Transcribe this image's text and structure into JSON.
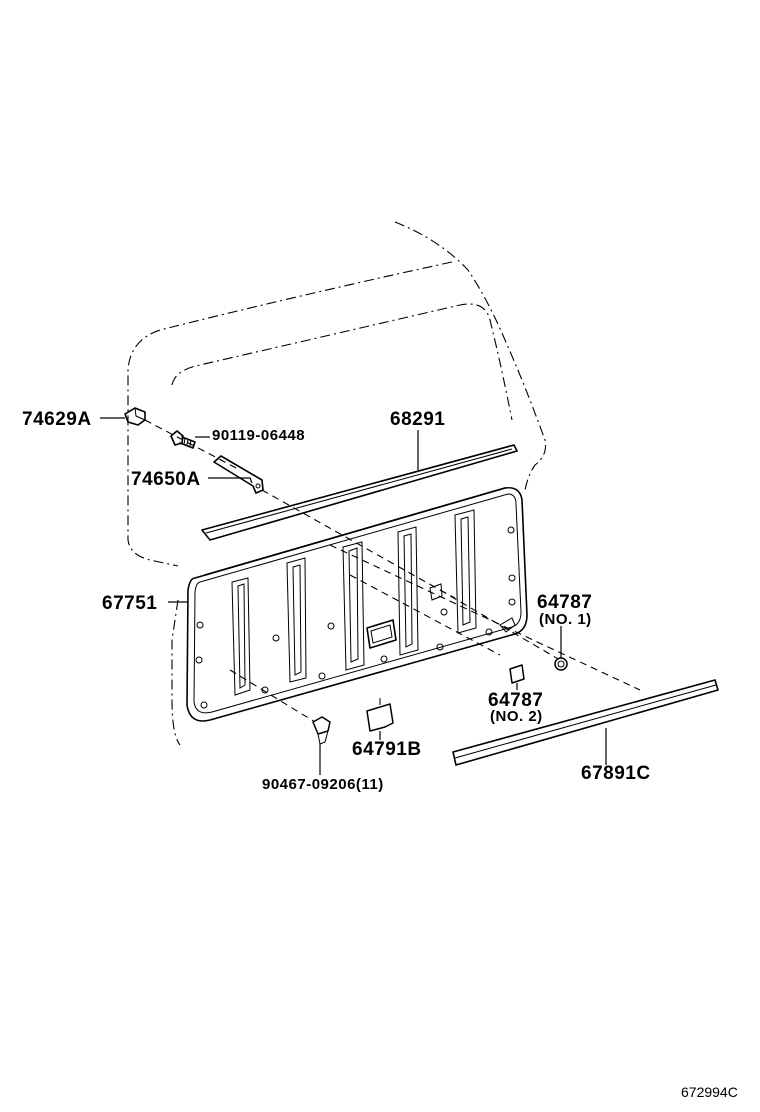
{
  "diagram": {
    "labels": {
      "p74629a": "74629A",
      "p90119": "90119-06448",
      "p68291": "68291",
      "p74650a": "74650A",
      "p67751": "67751",
      "p64787_no1": "64787",
      "p64787_no1_sub": "(NO. 1)",
      "p64787_no2": "64787",
      "p64787_no2_sub": "(NO. 2)",
      "p64791b": "64791B",
      "p90467": "90467-09206(11)",
      "p67891c": "67891C"
    },
    "illustration_id": "672994C"
  }
}
